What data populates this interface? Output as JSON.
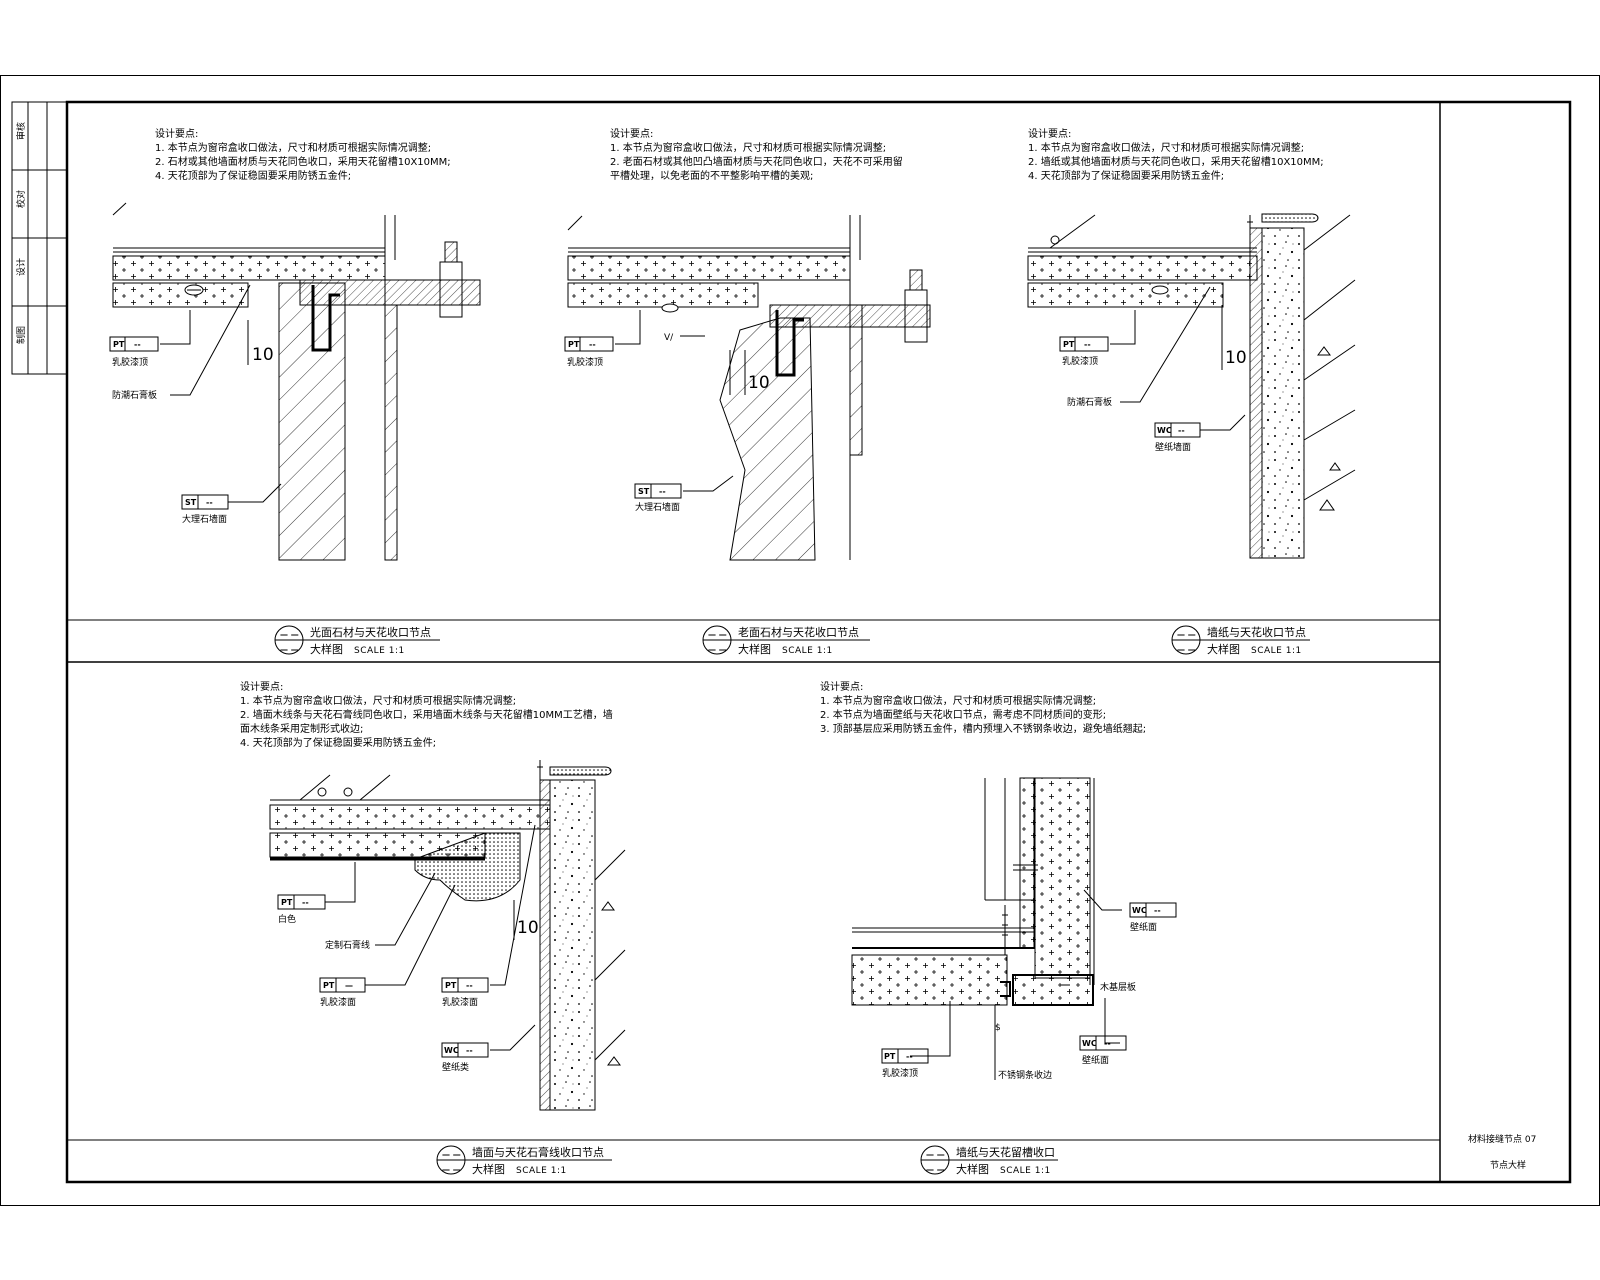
{
  "sheet": {
    "left_strip_labels": [
      "审核",
      "校对",
      "设计",
      "制图"
    ],
    "right_strip_labels": [
      "材料接缝节点 07",
      "节点大样"
    ]
  },
  "details": [
    {
      "notes": [
        "设计要点:",
        "1. 本节点为窗帘盒收口做法，尺寸和材质可根据实际情况调整;",
        "2. 石材或其他墙面材质与天花同色收口，采用天花留槽10X10MM;",
        "4. 天花顶部为了保证稳固要采用防锈五金件;"
      ],
      "tags": [
        {
          "code": "PT",
          "value": "--",
          "label": "乳胶漆顶"
        },
        {
          "code": "ST",
          "value": "--",
          "label": "大理石墙面"
        }
      ],
      "callout": "防潮石膏板",
      "dimension": "10",
      "title": "光面石材与天花收口节点",
      "subtitle": "大样图",
      "scale": "SCALE  1:1"
    },
    {
      "notes": [
        "设计要点:",
        "1. 本节点为窗帘盒收口做法，尺寸和材质可根据实际情况调整;",
        "2. 老面石材或其他凹凸墙面材质与天花同色收口，天花不可采用留",
        "   平槽处理，以免老面的不平整影响平槽的美观;"
      ],
      "tags": [
        {
          "code": "PT",
          "value": "--",
          "label": "乳胶漆顶"
        },
        {
          "code": "ST",
          "value": "--",
          "label": "大理石墙面"
        }
      ],
      "callout": "",
      "dimension": "10",
      "title": "老面石材与天花收口节点",
      "subtitle": "大样图",
      "scale": "SCALE  1:1"
    },
    {
      "notes": [
        "设计要点:",
        "1. 本节点为窗帘盒收口做法，尺寸和材质可根据实际情况调整;",
        "2. 墙纸或其他墙面材质与天花同色收口，采用天花留槽10X10MM;",
        "4. 天花顶部为了保证稳固要采用防锈五金件;"
      ],
      "tags": [
        {
          "code": "PT",
          "value": "--",
          "label": "乳胶漆顶"
        },
        {
          "code": "WC",
          "value": "--",
          "label": "壁纸墙面"
        }
      ],
      "callout": "防潮石膏板",
      "dimension": "10",
      "title": "墙纸与天花收口节点",
      "subtitle": "大样图",
      "scale": "SCALE  1:1"
    },
    {
      "notes": [
        "设计要点:",
        "1. 本节点为窗帘盒收口做法，尺寸和材质可根据实际情况调整;",
        "2. 墙面木线条与天花石膏线同色收口，采用墙面木线条与天花留槽10MM工艺槽，墙",
        "   面木线条采用定制形式收边;",
        "4. 天花顶部为了保证稳固要采用防锈五金件;"
      ],
      "tags": [
        {
          "code": "PT",
          "value": "--",
          "label": "白色"
        },
        {
          "code": "PT",
          "value": "—",
          "label": "乳胶漆面"
        },
        {
          "code": "PT",
          "value": "--",
          "label": "乳胶漆面"
        },
        {
          "code": "WC",
          "value": "--",
          "label": "壁纸类"
        }
      ],
      "callout": "定制石膏线",
      "dimension": "10",
      "title": "墙面与天花石膏线收口节点",
      "subtitle": "大样图",
      "scale": "SCALE  1:1"
    },
    {
      "notes": [
        "设计要点:",
        "1. 本节点为窗帘盒收口做法，尺寸和材质可根据实际情况调整;",
        "2. 本节点为墙面壁纸与天花收口节点，需考虑不同材质间的变形;",
        "3. 顶部基层应采用防锈五金件，槽内预埋入不锈钢条收边，避免墙纸翘起;"
      ],
      "tags": [
        {
          "code": "WC",
          "value": "--",
          "label": "壁纸面"
        },
        {
          "code": "PT",
          "value": "--",
          "label": "乳胶漆顶"
        },
        {
          "code": "WC",
          "value": "--",
          "label": "壁纸面"
        }
      ],
      "callouts": [
        "木基层板",
        "不锈钢条收边"
      ],
      "title": "墙纸与天花留槽收口",
      "subtitle": "大样图",
      "scale": "SCALE  1:1"
    }
  ]
}
